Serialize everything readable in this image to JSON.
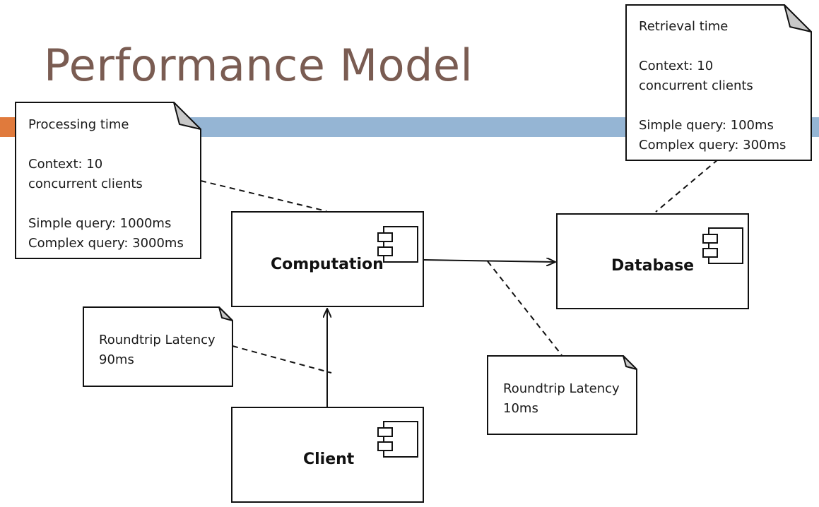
{
  "title": "Performance Model",
  "components": {
    "computation": "Computation",
    "database": "Database",
    "client": "Client"
  },
  "notes": {
    "processing": {
      "heading": "Processing time",
      "context": "Context: 10\nconcurrent clients",
      "simple": "Simple query: 1000ms",
      "complex": "Complex query: 3000ms"
    },
    "retrieval": {
      "heading": "Retrieval time",
      "context": "Context: 10\nconcurrent clients",
      "simple": "Simple query: 100ms",
      "complex": "Complex query: 300ms"
    },
    "latency_client": "Roundtrip Latency\n90ms",
    "latency_db": "Roundtrip Latency\n10ms"
  },
  "icons": [
    "component-icon"
  ]
}
